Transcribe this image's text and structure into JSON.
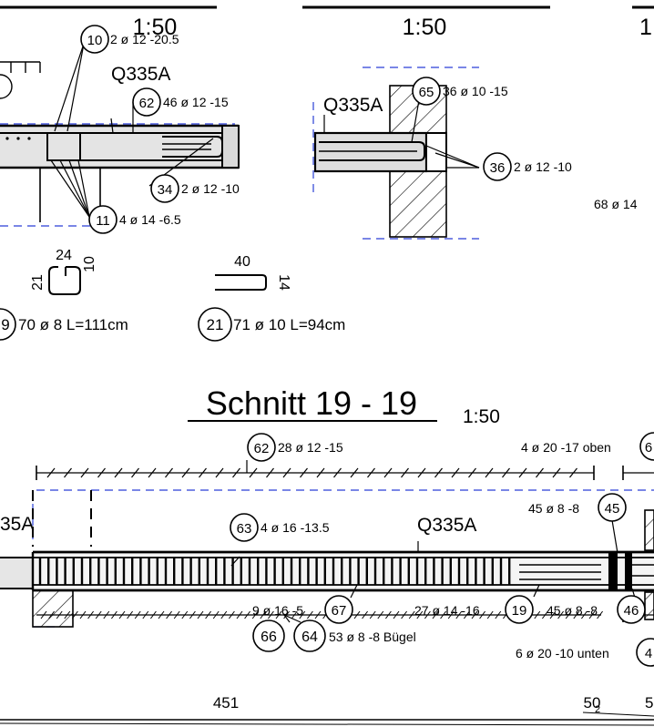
{
  "scales": {
    "top_left": "1:50",
    "top_mid": "1:50",
    "top_right_partial": "1",
    "section": "1:50"
  },
  "section_title": "Schnitt 19 - 19",
  "steel_grade": "Q335A",
  "top_left": {
    "mark_10": {
      "num": "10",
      "text": "2 ø 12 -20.5"
    },
    "mark_62": {
      "num": "62",
      "text": "46 ø 12 -15"
    },
    "mark_34": {
      "num": "34",
      "text": "2 ø 12 -10"
    },
    "mark_11": {
      "num": "11",
      "text": "4 ø 14 -6.5"
    }
  },
  "top_mid": {
    "mark_65": {
      "num": "65",
      "text": "36 ø 10 -15"
    },
    "mark_36": {
      "num": "36",
      "text": "2 ø 12 -10"
    }
  },
  "top_right": {
    "text": "68 ø 14"
  },
  "bar_shapes": {
    "shape_9": {
      "num": "9",
      "text": "70 ø 8 L=111cm",
      "dim_w": "24",
      "dim_h1": "21",
      "dim_h2": "10"
    },
    "shape_21": {
      "num": "21",
      "text": "71 ø 10 L=94cm",
      "dim_w": "40",
      "dim_h": "14"
    }
  },
  "section": {
    "mark_62": {
      "num": "62",
      "text": "28 ø 12 -15"
    },
    "top_right_label": "4 ø 20 -17 oben",
    "top_right_num": "6",
    "mark_63": {
      "num": "63",
      "text": "4 ø 16 -13.5"
    },
    "mark_45": {
      "num": "45",
      "text": "45 ø 8 -8"
    },
    "mark_67": {
      "num": "67",
      "text": "9 ø 16 -5"
    },
    "mark_19": {
      "num": "19",
      "text": "27 ø 14 -16"
    },
    "mark_46": {
      "num": "46",
      "text": "45 ø 8 -8"
    },
    "mark_66": {
      "num": "66"
    },
    "mark_64": {
      "num": "64",
      "text": "53 ø 8 -8 Bügel"
    },
    "bottom_right_label": "6 ø 20 -10 unten",
    "bottom_right_num": "4",
    "left_label": "35A",
    "dim_451": "451",
    "dim_50": "50",
    "dim_5": "5",
    "dim_small": "2"
  }
}
